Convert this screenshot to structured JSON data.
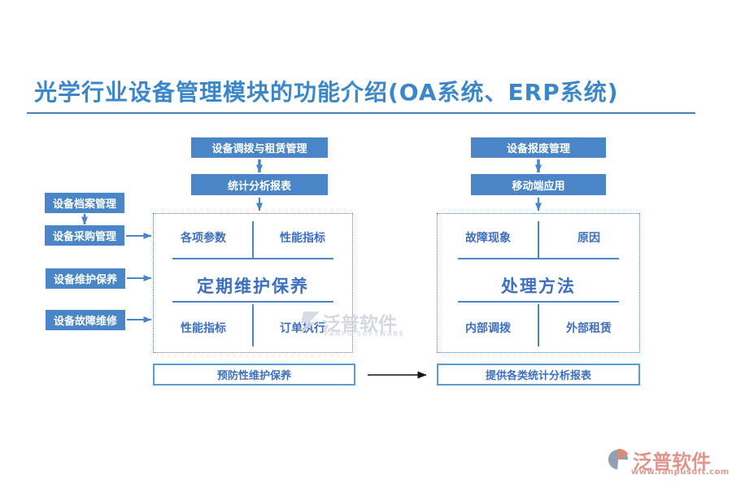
{
  "title": "光学行业设备管理模块的功能介绍(OA系统、ERP系统)",
  "left_flow": {
    "items": [
      {
        "label": "设备档案管理"
      },
      {
        "label": "设备采购管理"
      },
      {
        "label": "设备维护保养"
      },
      {
        "label": "设备故障维修"
      }
    ]
  },
  "center_flow": {
    "transfer_rental": "设备调拨与租赁管理",
    "stats_report": "统计分析报表"
  },
  "right_flow": {
    "scrap_mgmt": "设备报废管理",
    "mobile_app": "移动端应用"
  },
  "maintenance_matrix": {
    "top_left": "各项参数",
    "top_right": "性能指标",
    "center": "定期维护保养",
    "bottom_left": "性能指标",
    "bottom_right": "订单执行"
  },
  "fault_matrix": {
    "top_left": "故障现象",
    "top_right": "原因",
    "center": "处理方法",
    "bottom_left": "内部调拨",
    "bottom_right": "外部租赁"
  },
  "bottom_row": {
    "left_box": "预防性维护保养",
    "right_box": "提供各类统计分析报表"
  },
  "watermark": {
    "name": "泛普软件",
    "caption": "FANPU SOFTWARE"
  },
  "footer_logo": {
    "name": "泛普软件",
    "website": "www.fanpusoft.com"
  },
  "colors": {
    "node_blue": "#4a86c7",
    "title_blue": "#3c87c9",
    "divider_blue": "#4a7ebb",
    "label_blue": "#3d6fc1",
    "outline_blue": "#5b9bd5",
    "arrow_black": "#141414",
    "watermark_gray": "#ccd2dd",
    "brand_salmon": "#e0958c"
  }
}
